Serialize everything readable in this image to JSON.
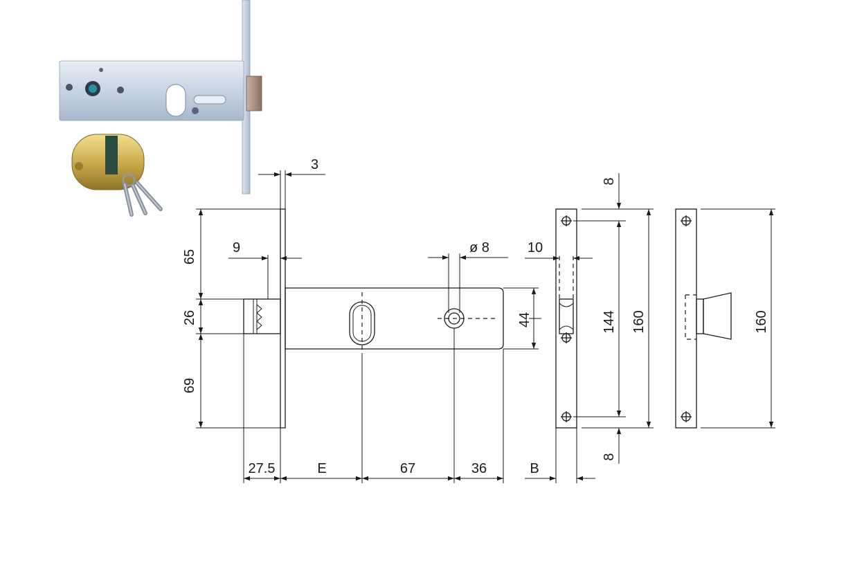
{
  "drawing": {
    "dimensions": {
      "faceplate_thickness": "3",
      "top_offset": "65",
      "latch_height": "26",
      "bottom_offset": "69",
      "latch_projection": "9",
      "spindle_diameter": "ø 8",
      "faceplate_width_side": "10",
      "body_height": "44",
      "hole_spacing": "144",
      "faceplate_height": "160",
      "screw_offset_top": "8",
      "screw_offset_bottom": "8",
      "faceplate_height_front": "160",
      "latch_depth": "27.5",
      "backset": "E",
      "center_distance": "67",
      "tail_length": "36",
      "faceplate_width": "B"
    },
    "colors": {
      "line": "#1a1a1a",
      "lock_body": "#c9d6e6",
      "brass": "#c8a94a"
    }
  }
}
